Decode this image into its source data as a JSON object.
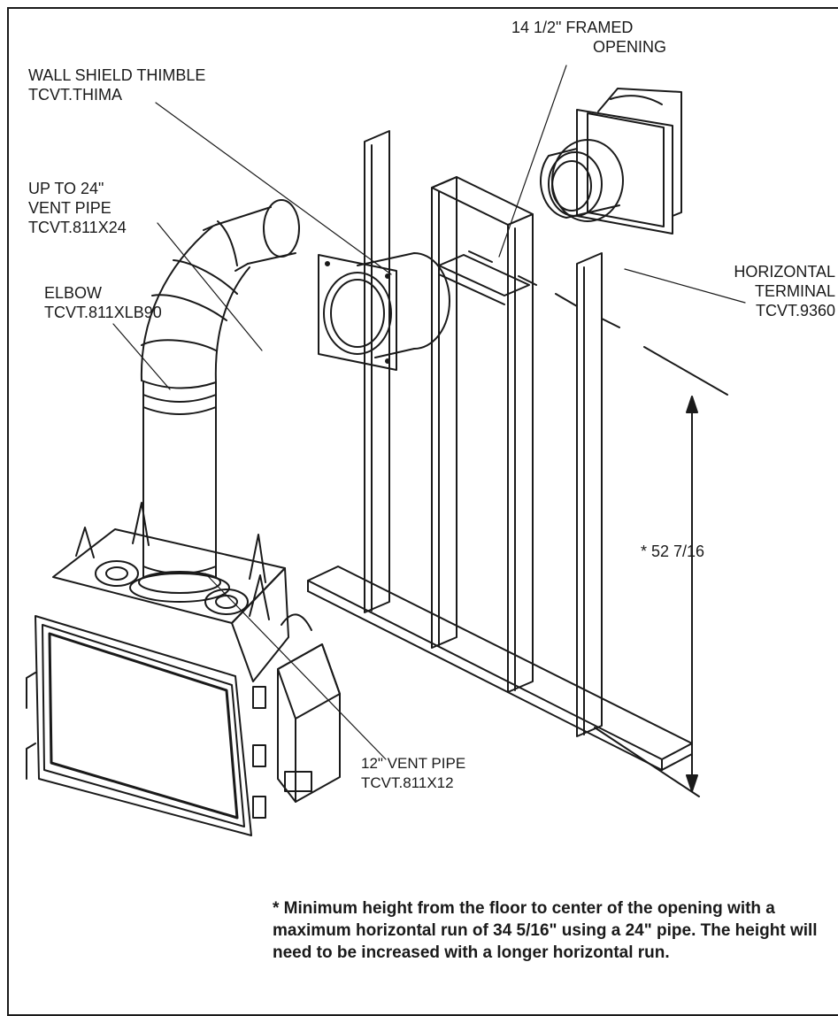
{
  "labels": {
    "framed_opening": [
      "14 1/2\"  FRAMED",
      "OPENING"
    ],
    "wall_shield": [
      "WALL SHIELD THIMBLE",
      "TCVT.THIMA"
    ],
    "vent_pipe_24": [
      "UP TO 24\"",
      "VENT PIPE",
      "TCVT.811X24"
    ],
    "elbow": [
      "ELBOW",
      "TCVT.811XLB90"
    ],
    "horizontal_terminal": [
      "HORIZONTAL",
      "TERMINAL",
      "TCVT.9360"
    ],
    "dimension": "* 52 7/16",
    "vent_pipe_12": [
      "12\" VENT PIPE",
      "TCVT.811X12"
    ]
  },
  "note": "* Minimum height from the floor to center of the opening with a maximum horizontal run of 34 5/16\" using a 24\" pipe. The height will need to be increased with a longer horizontal run."
}
